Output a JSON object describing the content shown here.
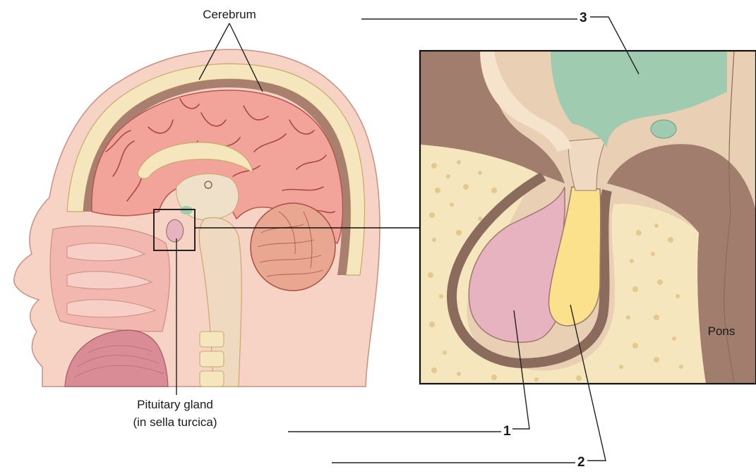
{
  "labels": {
    "cerebrum": "Cerebrum",
    "pituitary_line1": "Pituitary gland",
    "pituitary_line2": "(in sella turcica)",
    "pons": "Pons"
  },
  "answer_blanks": [
    {
      "number": "1"
    },
    {
      "number": "2"
    },
    {
      "number": "3"
    }
  ],
  "colors": {
    "brain": "#f2a49a",
    "gyri_lines": "#a84a40",
    "bone": "#f5e6bd",
    "skin": "#f7d3c6",
    "anterior_lobe": "#e8b3c0",
    "posterior_lobe": "#fbe18c",
    "hypothalamus": "#9fcbb0",
    "dura": "#8a6b5c",
    "cerebellum": "#e9a690"
  }
}
